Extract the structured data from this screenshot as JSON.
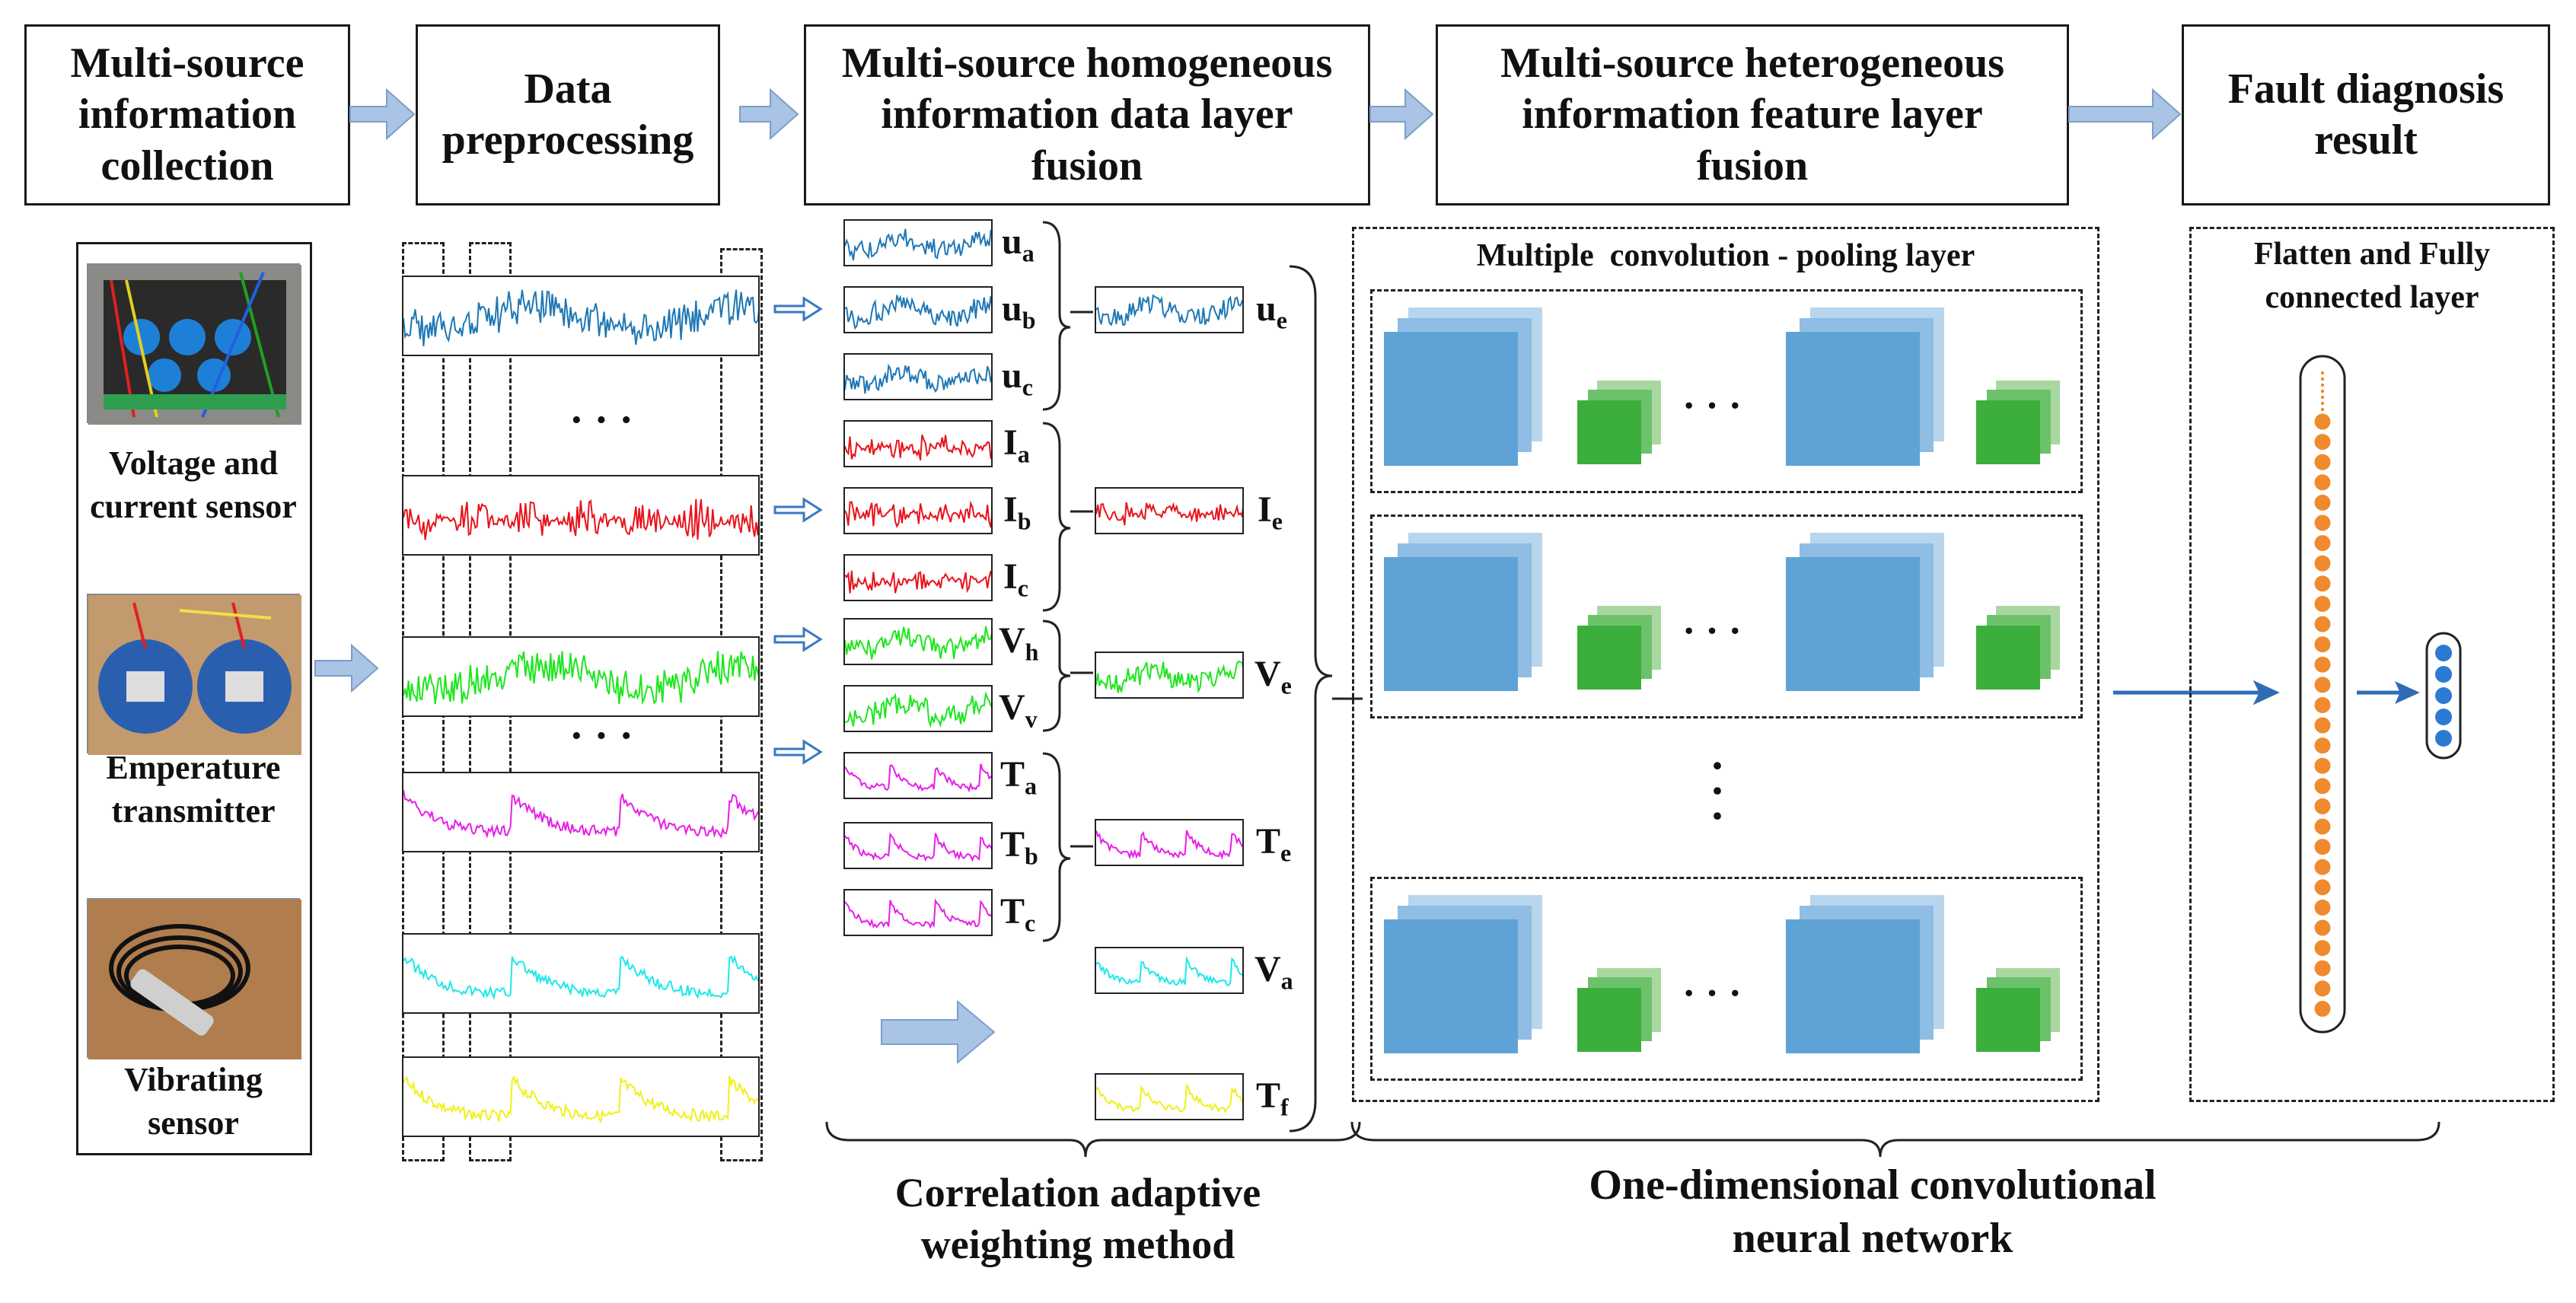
{
  "stages": [
    "Multi-source\ninformation\ncollection",
    "Data\npreprocessing",
    "Multi-source homogeneous\ninformation data layer\nfusion",
    "Multi-source heterogeneous\ninformation feature layer\nfusion",
    "Fault diagnosis\nresult"
  ],
  "sensors": {
    "voltage_current": "Voltage and\ncurrent sensor",
    "temperature": "Emperature\ntransmitter",
    "vibrating": "Vibrating\nsensor"
  },
  "channels": {
    "ua": {
      "base": "u",
      "sub": "a"
    },
    "ub": {
      "base": "u",
      "sub": "b"
    },
    "uc": {
      "base": "u",
      "sub": "c"
    },
    "ue": {
      "base": "u",
      "sub": "e"
    },
    "Ia": {
      "base": "I",
      "sub": "a"
    },
    "Ib": {
      "base": "I",
      "sub": "b"
    },
    "Ic": {
      "base": "I",
      "sub": "c"
    },
    "Ie": {
      "base": "I",
      "sub": "e"
    },
    "Vh": {
      "base": "V",
      "sub": "h"
    },
    "Vv": {
      "base": "V",
      "sub": "v"
    },
    "Ve": {
      "base": "V",
      "sub": "e"
    },
    "Ta": {
      "base": "T",
      "sub": "a"
    },
    "Tb": {
      "base": "T",
      "sub": "b"
    },
    "Tc": {
      "base": "T",
      "sub": "c"
    },
    "Te": {
      "base": "T",
      "sub": "e"
    },
    "Va": {
      "base": "V",
      "sub": "a"
    },
    "Tf": {
      "base": "T",
      "sub": "f"
    }
  },
  "cnn": {
    "title": "Multiple  convolution - pooling layer",
    "caption": "One-dimensional convolutional\nneural network"
  },
  "fc": {
    "title": "Flatten and Fully\nconnected layer"
  },
  "fusion_caption": "Correlation adaptive\nweighting method",
  "ellipsis": "· · ·",
  "colors": {
    "blue_wave": "#1f77b4",
    "red_wave": "#e8131b",
    "green_wave": "#1ee61e",
    "magenta_wave": "#e81ee8",
    "cyan_wave": "#1ee8e8",
    "yellow_wave": "#f0f01a",
    "conv_blue": "#5fa3d6",
    "conv_blue_light": "#b8d5ee",
    "pool_green": "#3cae3c",
    "pool_green_light": "#a8d8a0",
    "neuron_orange": "#f08a2e",
    "neuron_blue": "#2a7bd1",
    "arrow_fill": "#a9c4e4",
    "arrow_line": "#2e6db4"
  }
}
